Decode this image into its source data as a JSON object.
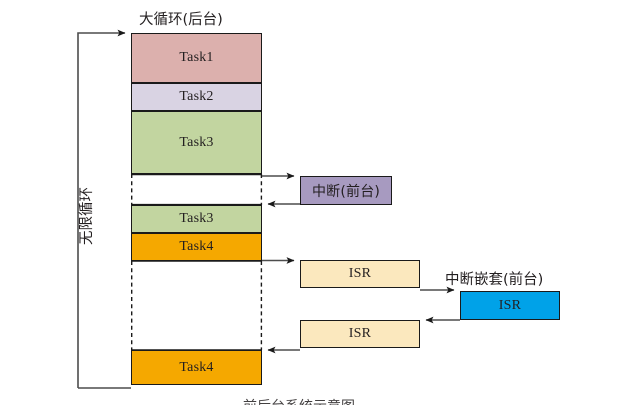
{
  "diagram": {
    "title_top": "大循环(后台)",
    "label_left_vertical": "无限循环",
    "label_nested": "中断嵌套(前台)",
    "caption_bottom": "前后台系统示意图",
    "colors": {
      "task1": "#DCB0AD",
      "task2": "#D9D3E3",
      "task3": "#C2D5A0",
      "task4": "#F5A800",
      "interrupt": "#A79AC0",
      "isr": "#FBE8BE",
      "isr_nested": "#00A2E8",
      "stroke": "#1a1a1a",
      "arrow": "#4d4d4d"
    },
    "main_column": [
      {
        "label": "Task1",
        "fill": "#DCB0AD"
      },
      {
        "label": "Task2",
        "fill": "#D9D3E3"
      },
      {
        "label": "Task3",
        "fill": "#C2D5A0"
      },
      {
        "label": "Task3",
        "fill": "#C2D5A0"
      },
      {
        "label": "Task4",
        "fill": "#F5A800"
      },
      {
        "label": "Task4",
        "fill": "#F5A800"
      }
    ],
    "interrupt_box": {
      "label": "中断(前台)",
      "fill": "#A79AC0"
    },
    "isr_boxes": [
      {
        "label": "ISR",
        "fill": "#FBE8BE"
      },
      {
        "label": "ISR",
        "fill": "#FBE8BE"
      }
    ],
    "nested_isr_box": {
      "label": "ISR",
      "fill": "#00A2E8"
    }
  }
}
